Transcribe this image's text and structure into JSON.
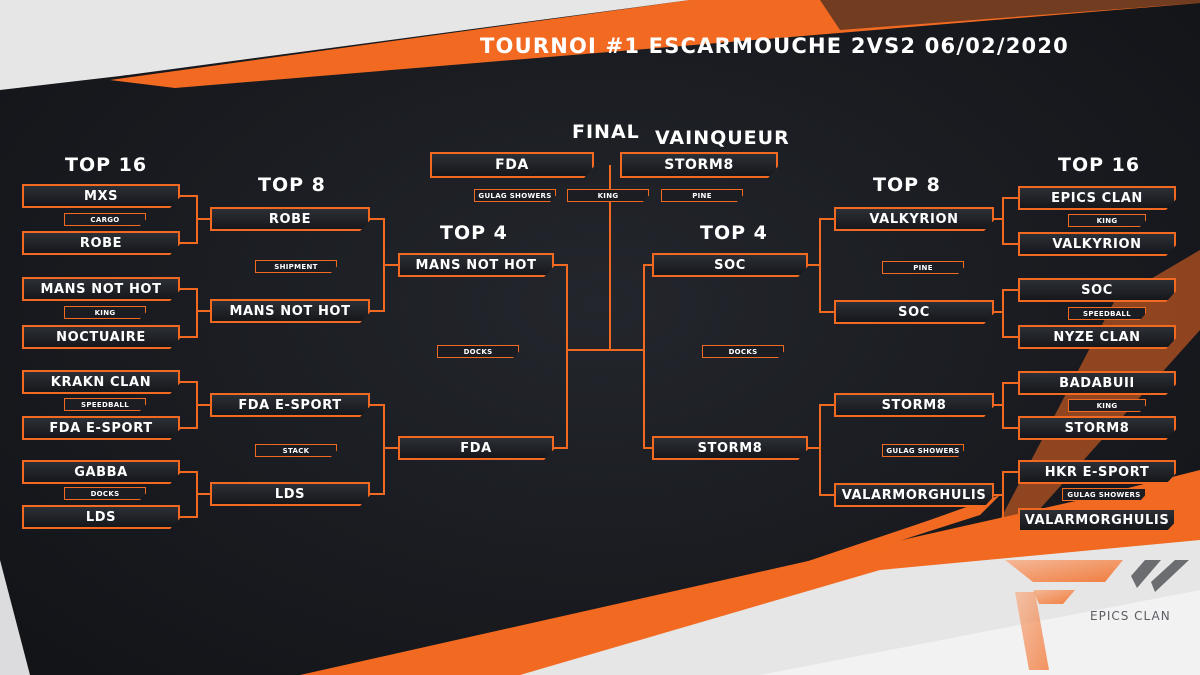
{
  "title": "TOURNOI #1 ESCARMOUCHE 2VS2 06/02/2020",
  "rounds": {
    "top16_left": "TOP 16",
    "top8_left": "TOP 8",
    "top4_left": "TOP 4",
    "final": "FINAL",
    "winner": "VAINQUEUR",
    "top4_right": "TOP 4",
    "top8_right": "TOP 8",
    "top16_right": "TOP 16"
  },
  "left": {
    "top16": [
      {
        "team_a": "MXS",
        "map": "CARGO",
        "team_b": "ROBE"
      },
      {
        "team_a": "MANS NOT HOT",
        "map": "KING",
        "team_b": "NOCTUAIRE"
      },
      {
        "team_a": "KRAKN CLAN",
        "map": "SPEEDBALL",
        "team_b": "FDA E-SPORT"
      },
      {
        "team_a": "GABBA",
        "map": "DOCKS",
        "team_b": "LDS"
      }
    ],
    "top8": [
      {
        "team_a": "ROBE",
        "map": "SHIPMENT",
        "team_b": "MANS NOT HOT"
      },
      {
        "team_a": "FDA E-SPORT",
        "map": "STACK",
        "team_b": "LDS"
      }
    ],
    "top4": {
      "team_a": "MANS NOT HOT",
      "map": "DOCKS",
      "team_b": "FDA"
    }
  },
  "right": {
    "top16": [
      {
        "team_a": "EPICS CLAN",
        "map": "KING",
        "team_b": "VALKYRION"
      },
      {
        "team_a": "SOC",
        "map": "SPEEDBALL",
        "team_b": "NYZE CLAN"
      },
      {
        "team_a": "BADABUII",
        "map": "KING",
        "team_b": "STORM8"
      },
      {
        "team_a": "HKR E-SPORT",
        "map": "GULAG SHOWERS",
        "team_b": "VALARMORGHULIS"
      }
    ],
    "top8": [
      {
        "team_a": "VALKYRION",
        "map": "PINE",
        "team_b": "SOC"
      },
      {
        "team_a": "STORM8",
        "map": "GULAG SHOWERS",
        "team_b": "VALARMORGHULIS"
      }
    ],
    "top4": {
      "team_a": "SOC",
      "map": "DOCKS",
      "team_b": "STORM8"
    }
  },
  "final": {
    "team_left": "FDA",
    "winner": "STORM8",
    "maps": [
      "GULAG SHOWERS",
      "KING",
      "PINE"
    ]
  },
  "logo": {
    "name": "EPICS CLAN"
  },
  "colors": {
    "accent": "#f26a21",
    "background": "#191b20",
    "panel": "#23262c",
    "light_grey": "#e9e9ea"
  }
}
